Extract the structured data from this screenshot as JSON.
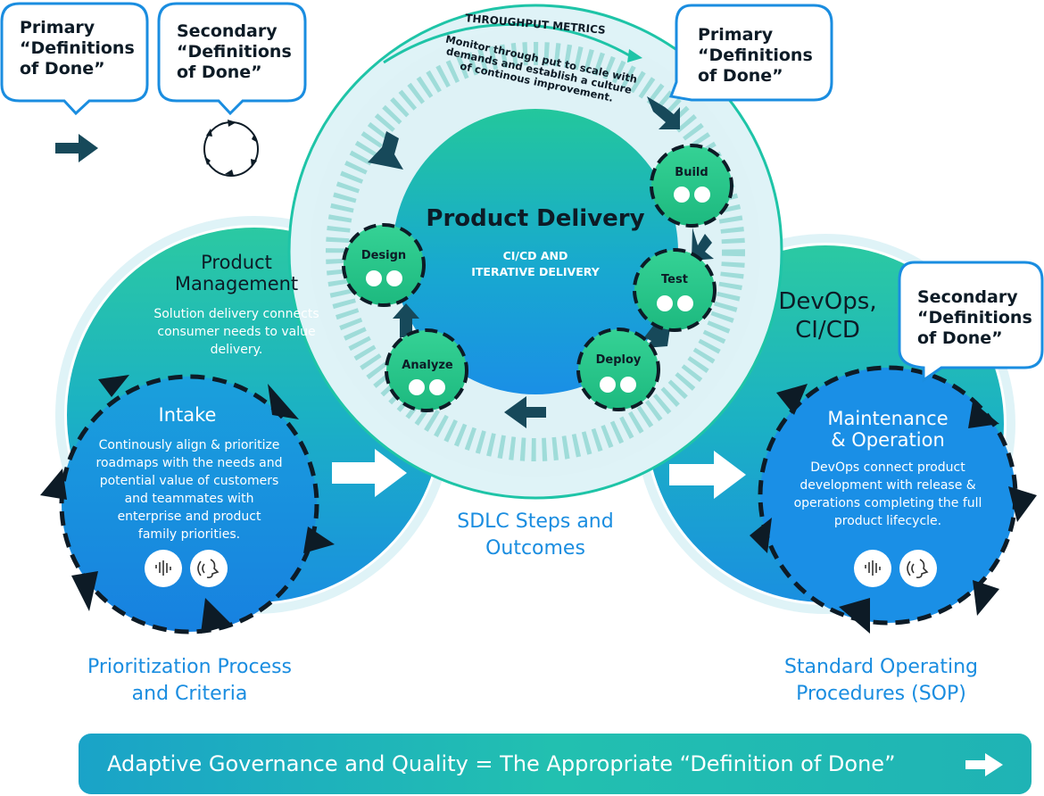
{
  "callouts": {
    "top_left_primary": "Primary\n“Definitions\nof Done”",
    "top_left_secondary": "Secondary\n“Definitions\nof Done”",
    "top_right_primary": "Primary\n“Definitions\nof Done”",
    "right_secondary": "Secondary\n“Definitions\nof Done”"
  },
  "throughput": {
    "title": "THROUGHPUT METRICS",
    "line1": "Monitor  through put to scale with",
    "line2": "demands and establish a culture",
    "line3": "of continous improvement."
  },
  "product_delivery": {
    "title": "Product Delivery",
    "sub1": "CI/CD AND",
    "sub2": "ITERATIVE DELIVERY"
  },
  "steps": {
    "build": "Build",
    "test": "Test",
    "deploy": "Deploy",
    "design": "Design",
    "analyze": "Analyze"
  },
  "product_management": {
    "title1": "Product",
    "title2": "Management",
    "body": "Solution delivery connects\nconsumer needs to value\ndelivery."
  },
  "intake": {
    "title": "Intake",
    "body": "Continously align & prioritize\nroadmaps with the needs and\npotential value of customers\nand teammates with\nenterprise and product\nfamily priorities."
  },
  "devops": {
    "title1": "DevOps,",
    "title2": "CI/CD"
  },
  "maintenance": {
    "title1": "Maintenance",
    "title2": "& Operation",
    "body": "DevOps connect product\ndevelopment with release &\noperations completing the full\nproduct lifecycle."
  },
  "labels": {
    "sdlc1": "SDLC Steps and",
    "sdlc2": "Outcomes",
    "prio1": "Prioritization Process",
    "prio2": "and Criteria",
    "sop1": "Standard Operating",
    "sop2": "Procedures (SOP)"
  },
  "banner": "Adaptive Governance and Quality = The Appropriate “Definition of Done”",
  "icons": [
    "audio-wave-icon",
    "speaking-head-icon",
    "right-arrow-icon",
    "cycle-arrows-icon"
  ],
  "colors": {
    "teal": "#1fc3a6",
    "blue": "#1a8de0",
    "navy": "#17495a",
    "green_node": "#24c489",
    "pale": "#dff3f7"
  }
}
